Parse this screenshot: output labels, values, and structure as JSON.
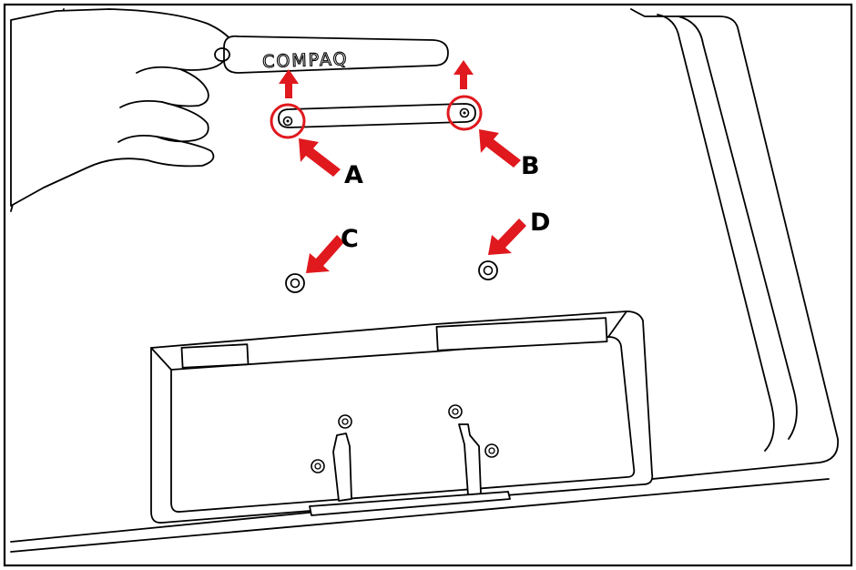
{
  "figure": {
    "brand_text": "COMPAQ",
    "callouts": [
      {
        "id": "A",
        "label": "A"
      },
      {
        "id": "B",
        "label": "B"
      },
      {
        "id": "C",
        "label": "C"
      },
      {
        "id": "D",
        "label": "D"
      }
    ],
    "colors": {
      "arrow": "#e0191e",
      "highlight_circle": "#e0191e",
      "line": "#000000",
      "background": "#ffffff"
    }
  }
}
